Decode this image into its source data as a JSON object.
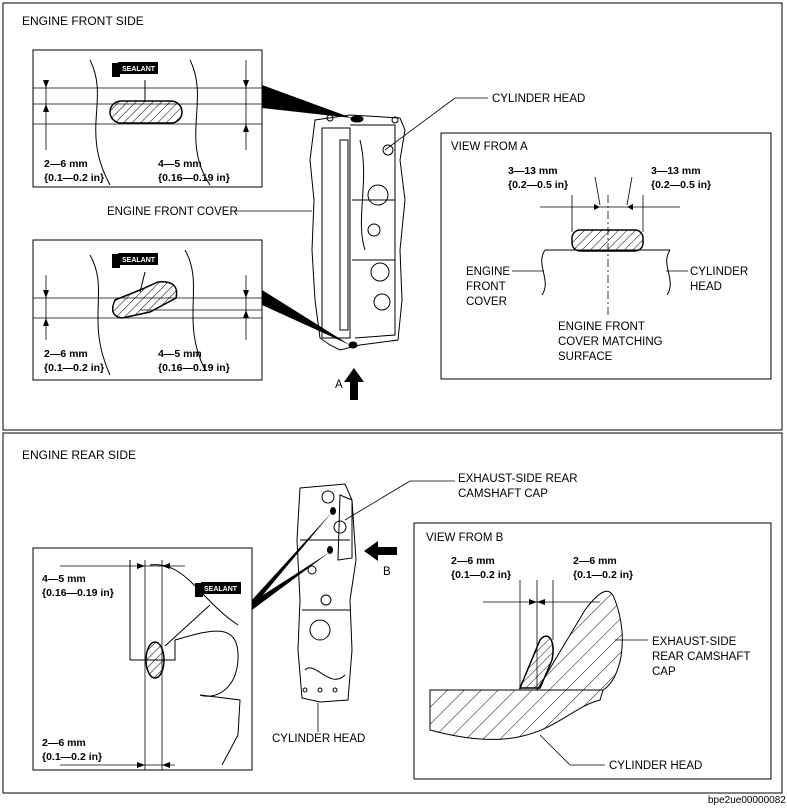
{
  "sections": {
    "front_title": "ENGINE FRONT SIDE",
    "rear_title": "ENGINE REAR SIDE"
  },
  "front": {
    "detail1": {
      "stamp": "SEALANT",
      "left_dim": [
        "2—6 mm",
        "{0.1—0.2 in}"
      ],
      "right_dim": [
        "4—5 mm",
        "{0.16—0.19 in}"
      ]
    },
    "detail2": {
      "stamp": "SEALANT",
      "left_dim": [
        "2—6 mm",
        "{0.1—0.2 in}"
      ],
      "right_dim": [
        "4—5 mm",
        "{0.16—0.19 in}"
      ]
    },
    "labels": {
      "cylinder_head": "CYLINDER HEAD",
      "engine_front_cover": "ENGINE FRONT COVER",
      "arrow_a": "A"
    },
    "view_a": {
      "title": "VIEW FROM A",
      "left_dim": [
        "3—13 mm",
        "{0.2—0.5 in}"
      ],
      "right_dim": [
        "3—13 mm",
        "{0.2—0.5 in}"
      ],
      "left_label": [
        "ENGINE",
        "FRONT",
        "COVER"
      ],
      "right_label": [
        "CYLINDER",
        "HEAD"
      ],
      "bottom_label": [
        "ENGINE FRONT",
        "COVER MATCHING",
        "SURFACE"
      ]
    }
  },
  "rear": {
    "detail": {
      "stamp": "SEALANT",
      "top_dim": [
        "4—5 mm",
        "{0.16—0.19 in}"
      ],
      "bottom_dim": [
        "2—6 mm",
        "{0.1—0.2 in}"
      ]
    },
    "labels": {
      "exhaust_cap": [
        "EXHAUST-SIDE REAR",
        "CAMSHAFT CAP"
      ],
      "arrow_b": "B",
      "cylinder_head": "CYLINDER HEAD"
    },
    "view_b": {
      "title": "VIEW FROM B",
      "left_dim": [
        "2—6 mm",
        "{0.1—0.2 in}"
      ],
      "right_dim": [
        "2—6 mm",
        "{0.1—0.2 in}"
      ],
      "cap_label": [
        "EXHAUST-SIDE",
        "REAR CAMSHAFT",
        "CAP"
      ],
      "cylinder_head": "CYLINDER HEAD"
    }
  },
  "footer": {
    "code": "bpe2ue00000082"
  }
}
